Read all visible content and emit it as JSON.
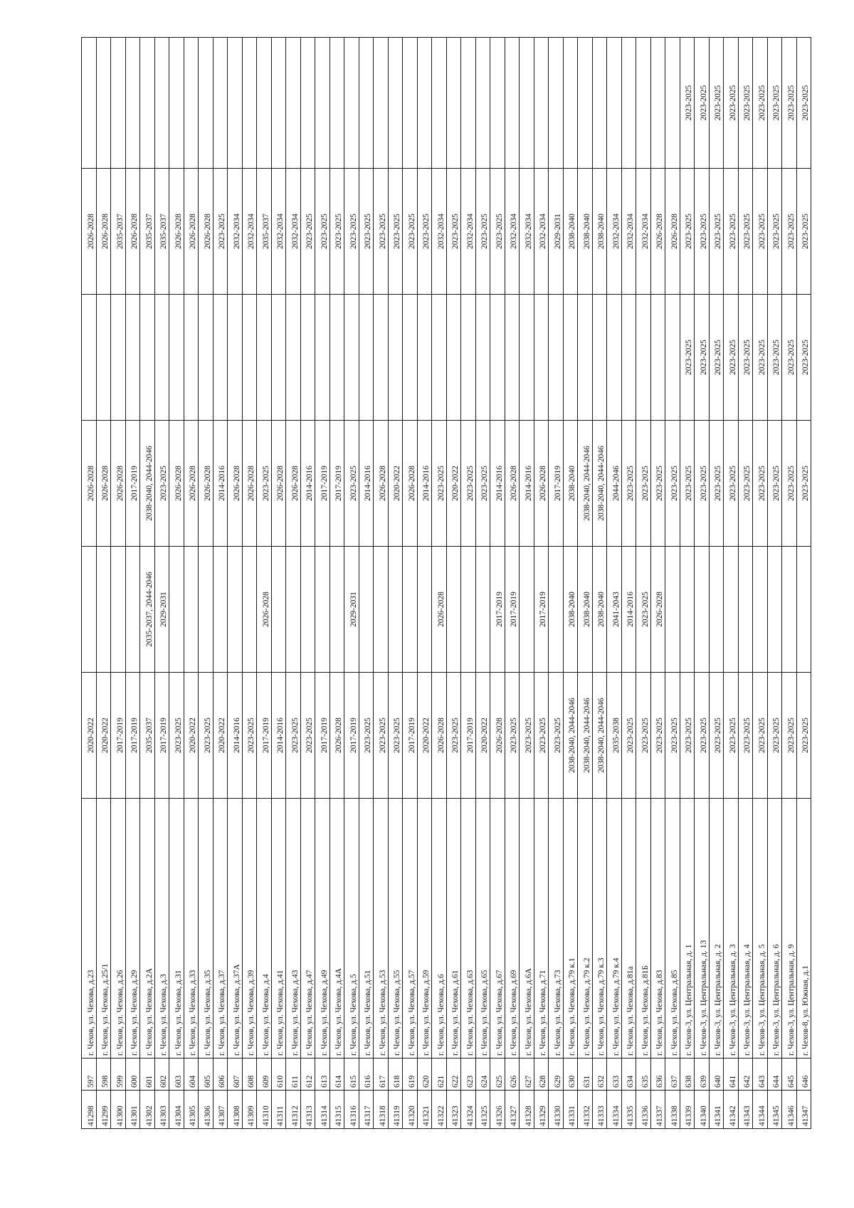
{
  "table": {
    "rows": [
      [
        "41298",
        "597",
        "г. Чехов, ул. Чехова, д.23",
        "2020-2022",
        "",
        "2026-2028",
        "",
        "2026-2028",
        ""
      ],
      [
        "41299",
        "598",
        "г. Чехов, ул. Чехова, д.25/1",
        "2020-2022",
        "",
        "2026-2028",
        "",
        "2026-2028",
        ""
      ],
      [
        "41300",
        "599",
        "г. Чехов, ул. Чехова, д.26",
        "2017-2019",
        "",
        "2026-2028",
        "",
        "2035-2037",
        ""
      ],
      [
        "41301",
        "600",
        "г. Чехов, ул. Чехова, д.29",
        "2017-2019",
        "",
        "2017-2019",
        "",
        "2026-2028",
        ""
      ],
      [
        "41302",
        "601",
        "г. Чехов, ул. Чехова, д.2А",
        "2035-2037",
        "2035-2037, 2044-2046",
        "2038-2040, 2044-2046",
        "",
        "2035-2037",
        ""
      ],
      [
        "41303",
        "602",
        "г. Чехов, ул. Чехова, д.3",
        "2017-2019",
        "2029-2031",
        "2023-2025",
        "",
        "2035-2037",
        ""
      ],
      [
        "41304",
        "603",
        "г. Чехов, ул. Чехова, д.31",
        "2023-2025",
        "",
        "2026-2028",
        "",
        "2026-2028",
        ""
      ],
      [
        "41305",
        "604",
        "г. Чехов, ул. Чехова, д.33",
        "2020-2022",
        "",
        "2026-2028",
        "",
        "2026-2028",
        ""
      ],
      [
        "41306",
        "605",
        "г. Чехов, ул. Чехова, д.35",
        "2023-2025",
        "",
        "2026-2028",
        "",
        "2026-2028",
        ""
      ],
      [
        "41307",
        "606",
        "г. Чехов, ул. Чехова, д.37",
        "2020-2022",
        "",
        "2014-2016",
        "",
        "2023-2025",
        ""
      ],
      [
        "41308",
        "607",
        "г. Чехов, ул. Чехова, д.37А",
        "2014-2016",
        "",
        "2026-2028",
        "",
        "2032-2034",
        ""
      ],
      [
        "41309",
        "608",
        "г. Чехов, ул. Чехова, д.39",
        "2023-2025",
        "",
        "2026-2028",
        "",
        "2032-2034",
        ""
      ],
      [
        "41310",
        "609",
        "г. Чехов, ул. Чехова, д.4",
        "2017-2019",
        "2026-2028",
        "2023-2025",
        "",
        "2035-2037",
        ""
      ],
      [
        "41311",
        "610",
        "г. Чехов, ул. Чехова, д.41",
        "2014-2016",
        "",
        "2026-2028",
        "",
        "2032-2034",
        ""
      ],
      [
        "41312",
        "611",
        "г. Чехов, ул. Чехова, д.43",
        "2023-2025",
        "",
        "2026-2028",
        "",
        "2032-2034",
        ""
      ],
      [
        "41313",
        "612",
        "г. Чехов, ул. Чехова, д.47",
        "2023-2025",
        "",
        "2014-2016",
        "",
        "2023-2025",
        ""
      ],
      [
        "41314",
        "613",
        "г. Чехов, ул. Чехова, д.49",
        "2017-2019",
        "",
        "2017-2019",
        "",
        "2023-2025",
        ""
      ],
      [
        "41315",
        "614",
        "г. Чехов, ул. Чехова, д.4А",
        "2026-2028",
        "",
        "2017-2019",
        "",
        "2023-2025",
        ""
      ],
      [
        "41316",
        "615",
        "г. Чехов, ул. Чехова, д.5",
        "2017-2019",
        "2029-2031",
        "2023-2025",
        "",
        "2023-2025",
        ""
      ],
      [
        "41317",
        "616",
        "г. Чехов, ул. Чехова, д.51",
        "2023-2025",
        "",
        "2014-2016",
        "",
        "2023-2025",
        ""
      ],
      [
        "41318",
        "617",
        "г. Чехов, ул. Чехова, д.53",
        "2023-2025",
        "",
        "2026-2028",
        "",
        "2023-2025",
        ""
      ],
      [
        "41319",
        "618",
        "г. Чехов, ул. Чехова, д.55",
        "2023-2025",
        "",
        "2020-2022",
        "",
        "2023-2025",
        ""
      ],
      [
        "41320",
        "619",
        "г. Чехов, ул. Чехова, д.57",
        "2017-2019",
        "",
        "2026-2028",
        "",
        "2023-2025",
        ""
      ],
      [
        "41321",
        "620",
        "г. Чехов, ул. Чехова, д.59",
        "2020-2022",
        "",
        "2014-2016",
        "",
        "2023-2025",
        ""
      ],
      [
        "41322",
        "621",
        "г. Чехов, ул. Чехова, д.6",
        "2026-2028",
        "2026-2028",
        "2023-2025",
        "",
        "2032-2034",
        ""
      ],
      [
        "41323",
        "622",
        "г. Чехов, ул. Чехова, д.61",
        "2023-2025",
        "",
        "2020-2022",
        "",
        "2023-2025",
        ""
      ],
      [
        "41324",
        "623",
        "г. Чехов, ул. Чехова, д.63",
        "2017-2019",
        "",
        "2023-2025",
        "",
        "2032-2034",
        ""
      ],
      [
        "41325",
        "624",
        "г. Чехов, ул. Чехова, д.65",
        "2020-2022",
        "",
        "2023-2025",
        "",
        "2023-2025",
        ""
      ],
      [
        "41326",
        "625",
        "г. Чехов, ул. Чехова, д.67",
        "2026-2028",
        "2017-2019",
        "2014-2016",
        "",
        "2023-2025",
        ""
      ],
      [
        "41327",
        "626",
        "г. Чехов, ул. Чехова, д.69",
        "2023-2025",
        "2017-2019",
        "2026-2028",
        "",
        "2032-2034",
        ""
      ],
      [
        "41328",
        "627",
        "г. Чехов, ул. Чехова, д.6А",
        "2023-2025",
        "",
        "2014-2016",
        "",
        "2032-2034",
        ""
      ],
      [
        "41329",
        "628",
        "г. Чехов, ул. Чехова, д.71",
        "2023-2025",
        "2017-2019",
        "2026-2028",
        "",
        "2032-2034",
        ""
      ],
      [
        "41330",
        "629",
        "г. Чехов, ул. Чехова, д.73",
        "2023-2025",
        "",
        "2017-2019",
        "",
        "2029-2031",
        ""
      ],
      [
        "41331",
        "630",
        "г. Чехов, ул. Чехова, д.79 к.1",
        "2038-2040, 2044-2046",
        "2038-2040",
        "2038-2040",
        "",
        "2038-2040",
        ""
      ],
      [
        "41332",
        "631",
        "г. Чехов, ул. Чехова, д.79 к.2",
        "2038-2040, 2044-2046",
        "2038-2040",
        "2038-2040, 2044-2046",
        "",
        "2038-2040",
        ""
      ],
      [
        "41333",
        "632",
        "г. Чехов, ул. Чехова, д.79 к.3",
        "2038-2040, 2044-2046",
        "2038-2040",
        "2038-2040, 2044-2046",
        "",
        "2038-2040",
        ""
      ],
      [
        "41334",
        "633",
        "г. Чехов, ул. Чехова, д.79 к.4",
        "2035-2038",
        "2041-2043",
        "2044-2046",
        "",
        "2032-2034",
        ""
      ],
      [
        "41335",
        "634",
        "г. Чехов, ул. Чехова, д.81а",
        "2023-2025",
        "2014-2016",
        "2023-2025",
        "",
        "2032-2034",
        ""
      ],
      [
        "41336",
        "635",
        "г. Чехов, ул. Чехова, д.81Б",
        "2023-2025",
        "2023-2025",
        "2023-2025",
        "",
        "2032-2034",
        ""
      ],
      [
        "41337",
        "636",
        "г. Чехов, ул. Чехова, д.83",
        "2023-2025",
        "2026-2028",
        "2023-2025",
        "",
        "2026-2028",
        ""
      ],
      [
        "41338",
        "637",
        "г. Чехов, ул. Чехова, д.85",
        "2023-2025",
        "",
        "2023-2025",
        "",
        "2026-2028",
        ""
      ],
      [
        "41339",
        "638",
        "г. Чехов-3, ул. Центральная, д. 1",
        "2023-2025",
        "",
        "2023-2025",
        "2023-2025",
        "2023-2025",
        "2023-2025"
      ],
      [
        "41340",
        "639",
        "г. Чехов-3, ул. Центральная, д. 13",
        "2023-2025",
        "",
        "2023-2025",
        "2023-2025",
        "2023-2025",
        "2023-2025"
      ],
      [
        "41341",
        "640",
        "г. Чехов-3, ул. Центральная, д. 2",
        "2023-2025",
        "",
        "2023-2025",
        "2023-2025",
        "2023-2025",
        "2023-2025"
      ],
      [
        "41342",
        "641",
        "г. Чехов-3, ул. Центральная, д. 3",
        "2023-2025",
        "",
        "2023-2025",
        "2023-2025",
        "2023-2025",
        "2023-2025"
      ],
      [
        "41343",
        "642",
        "г. Чехов-3, ул. Центральная, д. 4",
        "2023-2025",
        "",
        "2023-2025",
        "2023-2025",
        "2023-2025",
        "2023-2025"
      ],
      [
        "41344",
        "643",
        "г. Чехов-3, ул. Центральная, д. 5",
        "2023-2025",
        "",
        "2023-2025",
        "2023-2025",
        "2023-2025",
        "2023-2025"
      ],
      [
        "41345",
        "644",
        "г. Чехов-3, ул. Центральная, д. 6",
        "2023-2025",
        "",
        "2023-2025",
        "2023-2025",
        "2023-2025",
        "2023-2025"
      ],
      [
        "41346",
        "645",
        "г. Чехов-3, ул. Центральная, д. 9",
        "2023-2025",
        "",
        "2023-2025",
        "2023-2025",
        "2023-2025",
        "2023-2025"
      ],
      [
        "41347",
        "646",
        "г. Чехов-8, ул. Южная, д.1",
        "2023-2025",
        "",
        "2023-2025",
        "2023-2025",
        "2023-2025",
        "2023-2025"
      ]
    ]
  }
}
